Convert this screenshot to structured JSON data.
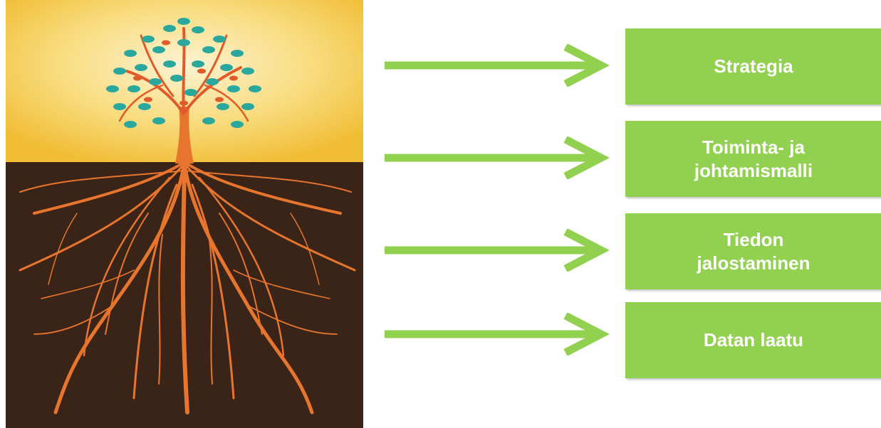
{
  "colors": {
    "accent_green": "#92d050",
    "sky_light": "#fbeab5",
    "sky_gold": "#f3c23c",
    "soil": "#3a2417",
    "root_orange": "#e8752d",
    "leaf_teal": "#2aa89e"
  },
  "illustration": {
    "icon": "tree-with-roots-icon"
  },
  "arrow_icon": "right-arrow-icon",
  "boxes": [
    {
      "label": "Strategia"
    },
    {
      "label": "Toiminta- ja\njohtamismalli"
    },
    {
      "label": "Tiedon\njalostaminen"
    },
    {
      "label": "Datan laatu"
    }
  ]
}
